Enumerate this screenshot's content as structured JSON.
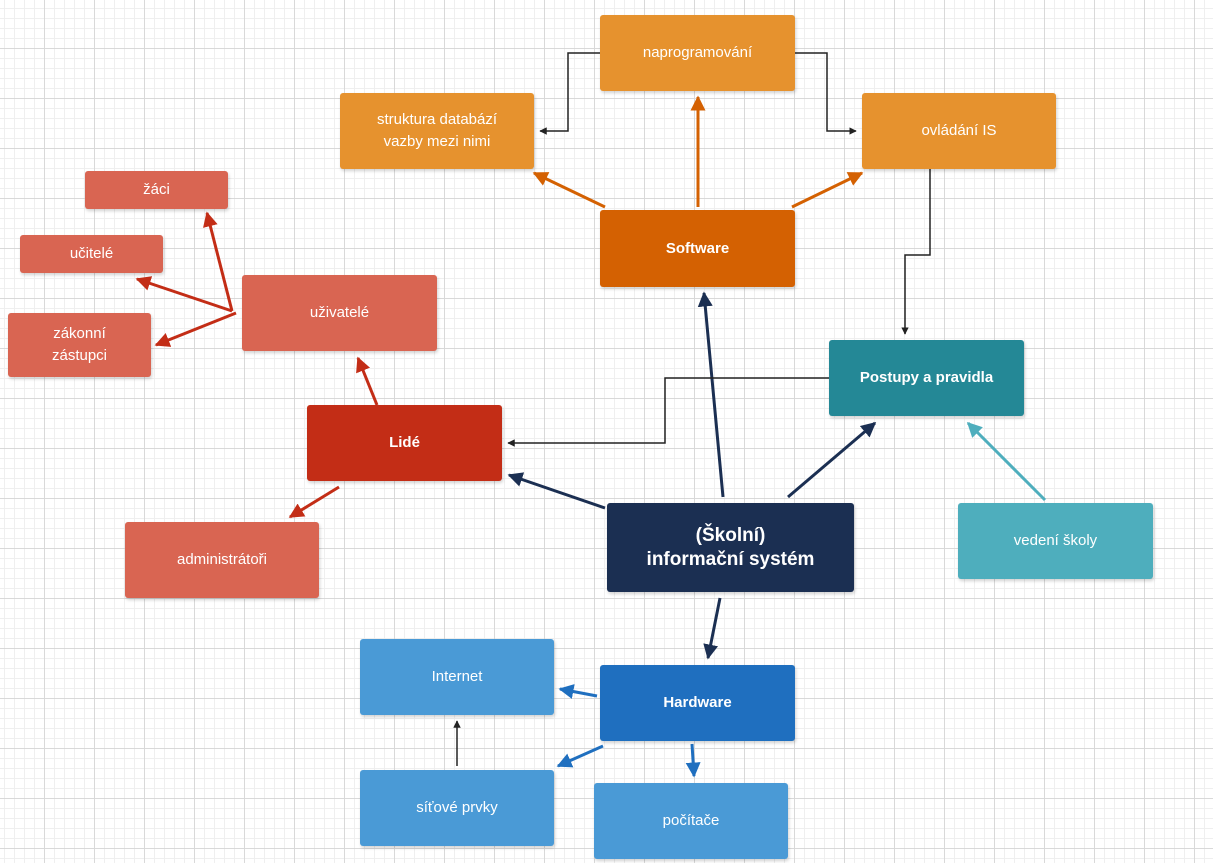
{
  "colors": {
    "navy": "#1b2f52",
    "orange_dark": "#d46102",
    "orange": "#e6922e",
    "teal_dark": "#248896",
    "teal_light": "#4eaebd",
    "red_dark": "#c32d16",
    "red_light": "#d96552",
    "blue_dark": "#1f6fbf",
    "blue_light": "#4a9ad6",
    "black": "#222222"
  },
  "nodes": {
    "center": "(Školní)\ninformační systém",
    "software": "Software",
    "naprogramovani": "naprogramování",
    "struktura": "struktura databází\nvazby mezi nimi",
    "ovladani": "ovládání IS",
    "postupy": "Postupy a pravidla",
    "vedeni": "vedení školy",
    "lide": "Lidé",
    "uzivatele": "uživatelé",
    "zaci": "žáci",
    "ucitele": "učitelé",
    "zakonni": "zákonní\nzástupci",
    "administratori": "administrátoři",
    "hardware": "Hardware",
    "internet": "Internet",
    "sitove_prvky": "síťové prvky",
    "pocitace": "počítače"
  }
}
